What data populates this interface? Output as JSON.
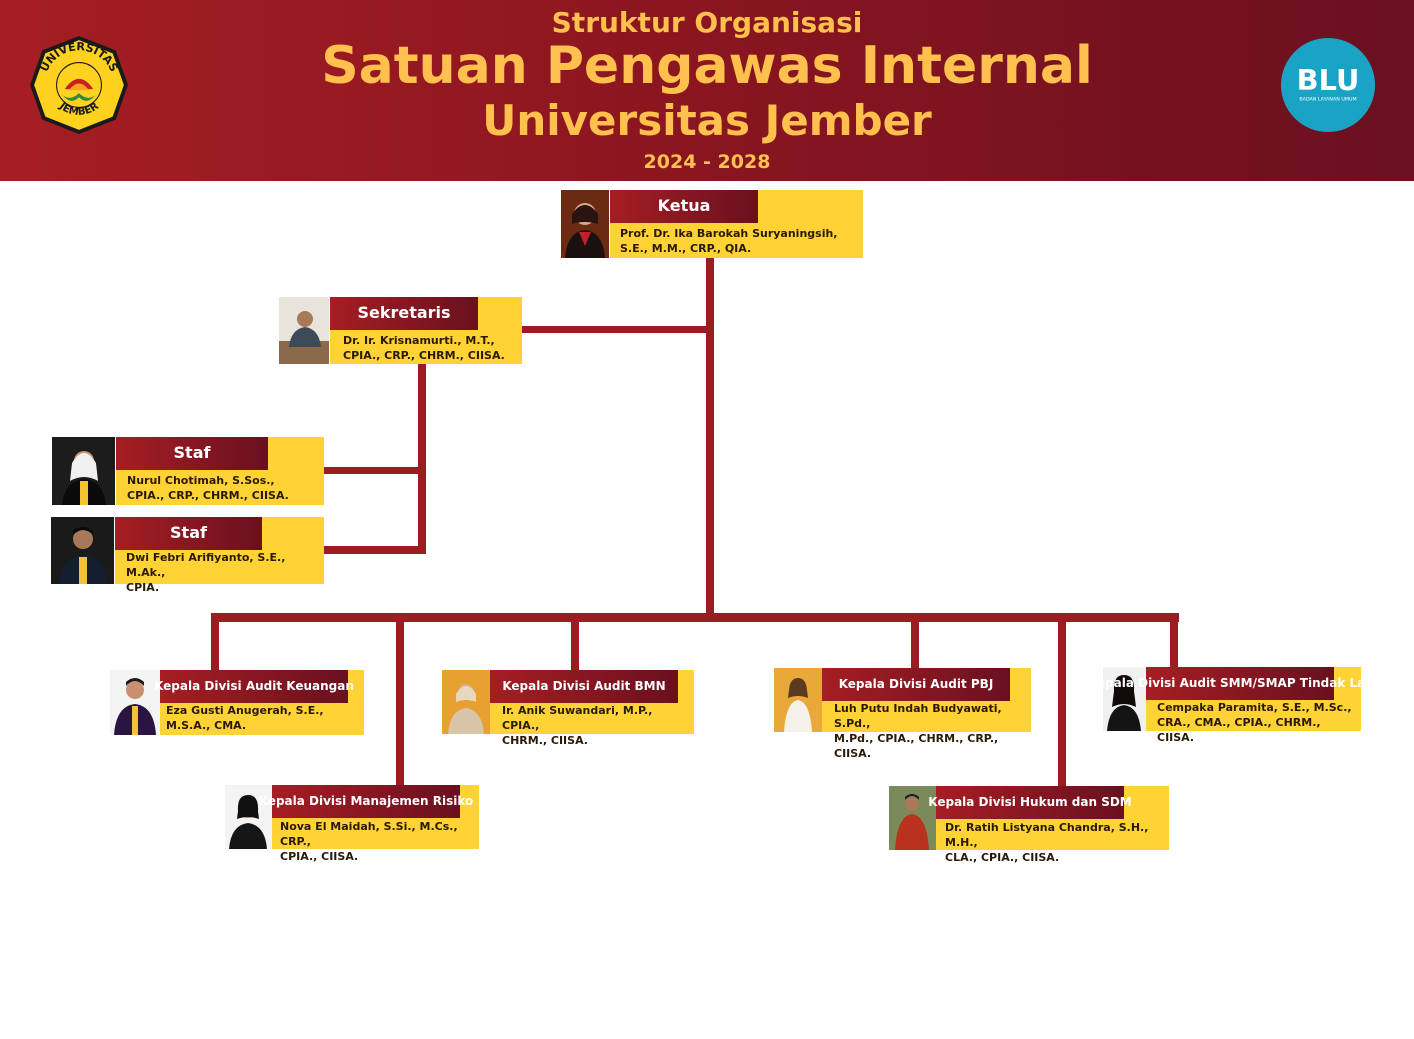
{
  "header": {
    "line1": "Struktur Organisasi",
    "line2": "Satuan Pengawas Internal",
    "line3": "Universitas Jember",
    "period": "2024 - 2028",
    "logo_left": {
      "ring_text": "UNIVERSITAS",
      "bottom_text": "JEMBER"
    },
    "logo_right": {
      "mark": "BLU",
      "caption": "BADAN LAYANAN UMUM"
    }
  },
  "colors": {
    "header_red": "#a51e23",
    "header_dark": "#6a1020",
    "accent_gold": "#ffc04d",
    "box_yellow": "#ffd335",
    "connector": "#9c1c22",
    "blu_teal": "#1ba3c6"
  },
  "chart": {
    "ketua": {
      "role": "Ketua",
      "name": "Prof. Dr. Ika Barokah Suryaningsih,\nS.E., M.M., CRP., QIA."
    },
    "sekretaris": {
      "role": "Sekretaris",
      "name": "Dr. Ir. Krisnamurti., M.T.,\nCPIA., CRP., CHRM., CIISA."
    },
    "staf1": {
      "role": "Staf",
      "name": "Nurul Chotimah, S.Sos.,\nCPIA., CRP., CHRM., CIISA."
    },
    "staf2": {
      "role": "Staf",
      "name": "Dwi Febri Arifiyanto, S.E., M.Ak.,\nCPIA."
    },
    "div_keuangan": {
      "role": "Kepala Divisi Audit Keuangan",
      "name": "Eza Gusti Anugerah, S.E.,\nM.S.A., CMA."
    },
    "div_risiko": {
      "role": "Kepala Divisi\nManajemen Risiko",
      "name": "Nova El Maidah, S.Si., M.Cs., CRP.,\nCPIA., CIISA."
    },
    "div_bmn": {
      "role": "Kepala Divisi Audit BMN",
      "name": "Ir. Anik Suwandari, M.P., CPIA.,\nCHRM., CIISA."
    },
    "div_pbj": {
      "role": "Kepala Divisi Audit PBJ",
      "name": "Luh Putu Indah Budyawati, S.Pd.,\nM.Pd., CPIA., CHRM., CRP., CIISA."
    },
    "div_hukum": {
      "role": "Kepala Divisi Hukum dan SDM",
      "name": "Dr. Ratih Listyana Chandra, S.H., M.H.,\nCLA., CPIA., CIISA."
    },
    "div_smm": {
      "role": "Kepala Divisi Audit\nSMM/SMAP Tindak Lanjut",
      "name": "Cempaka Paramita, S.E., M.Sc.,\nCRA., CMA., CPIA., CHRM., CIISA."
    }
  }
}
